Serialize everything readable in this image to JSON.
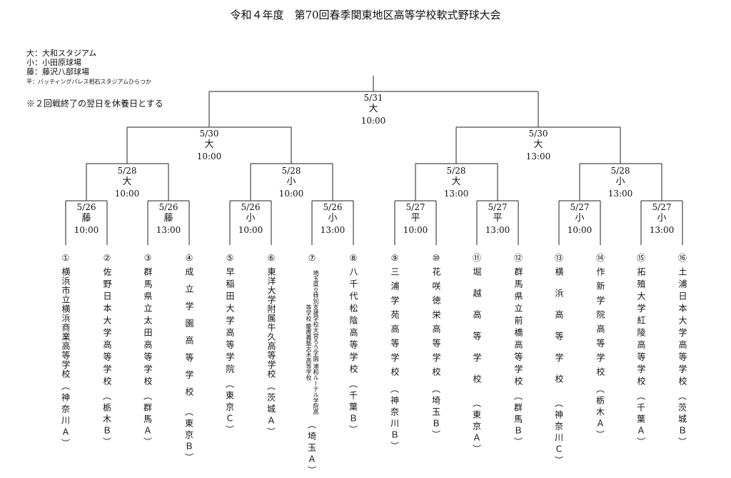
{
  "title": "令和４年度　第70回春季関東地区高等学校軟式野球大会",
  "legend": [
    "大：大和スタジアム",
    "小：小田原球場",
    "藤：藤沢八部球場",
    "平：バッティングパレス相石スタジアムひらつか"
  ],
  "note": "※２回戦終了の翌日を休養日とする",
  "matches": [
    {
      "id": "final",
      "date": "5/31",
      "venue": "大",
      "time": "10:00"
    },
    {
      "id": "sf1",
      "date": "5/30",
      "venue": "大",
      "time": "10:00"
    },
    {
      "id": "sf2",
      "date": "5/30",
      "venue": "大",
      "time": "13:00"
    },
    {
      "id": "qf1",
      "date": "5/28",
      "venue": "大",
      "time": "10:00"
    },
    {
      "id": "qf2",
      "date": "5/28",
      "venue": "小",
      "time": "10:00"
    },
    {
      "id": "qf3",
      "date": "5/28",
      "venue": "大",
      "time": "13:00"
    },
    {
      "id": "qf4",
      "date": "5/28",
      "venue": "小",
      "time": "13:00"
    },
    {
      "id": "r1",
      "date": "5/26",
      "venue": "藤",
      "time": "10:00"
    },
    {
      "id": "r2",
      "date": "5/26",
      "venue": "藤",
      "time": "13:00"
    },
    {
      "id": "r3",
      "date": "5/26",
      "venue": "小",
      "time": "10:00"
    },
    {
      "id": "r4",
      "date": "5/26",
      "venue": "小",
      "time": "13:00"
    },
    {
      "id": "r5",
      "date": "5/27",
      "venue": "平",
      "time": "10:00"
    },
    {
      "id": "r6",
      "date": "5/27",
      "venue": "平",
      "time": "13:00"
    },
    {
      "id": "r7",
      "date": "5/27",
      "venue": "小",
      "time": "10:00"
    },
    {
      "id": "r8",
      "date": "5/27",
      "venue": "小",
      "time": "13:00"
    }
  ],
  "teams": [
    {
      "num": "①",
      "name": "横浜市立横浜商業高等学校",
      "pref": "（神奈川Ａ）"
    },
    {
      "num": "②",
      "name": "佐野日本大学高等学校",
      "pref": "（栃木Ｂ）"
    },
    {
      "num": "③",
      "name": "群馬県立太田高等学校",
      "pref": "（群馬Ａ）"
    },
    {
      "num": "④",
      "name": "成立学園高等学校",
      "pref": "（東京Ｂ）"
    },
    {
      "num": "⑤",
      "name": "早稲田大学高等学院",
      "pref": "（東京Ｃ）"
    },
    {
      "num": "⑥",
      "name": "東洋大学附属牛久高等学校",
      "pref": "（茨城Ａ）"
    },
    {
      "num": "⑦",
      "name": "埼玉県立特別支援学校大宮ろう学園 浦和ルーテル学院高等学校 慶應義塾志木高等学校",
      "pref": "（埼玉Ａ）"
    },
    {
      "num": "⑧",
      "name": "八千代松陰高等学校",
      "pref": "（千葉Ｂ）"
    },
    {
      "num": "⑨",
      "name": "三浦学苑高等学校",
      "pref": "（神奈川Ｂ）"
    },
    {
      "num": "⑩",
      "name": "花咲徳栄高等学校",
      "pref": "（埼玉Ｂ）"
    },
    {
      "num": "⑪",
      "name": "堀越高等学校",
      "pref": "（東京Ａ）"
    },
    {
      "num": "⑫",
      "name": "群馬県立前橋高等学校",
      "pref": "（群馬Ｂ）"
    },
    {
      "num": "⑬",
      "name": "横浜高等学校",
      "pref": "（神奈川Ｃ）"
    },
    {
      "num": "⑭",
      "name": "作新学院高等学校",
      "pref": "（栃木Ａ）"
    },
    {
      "num": "⑮",
      "name": "拓殖大学紅陵高等学校",
      "pref": "（千葉Ａ）"
    },
    {
      "num": "⑯",
      "name": "土浦日本大学高等学校",
      "pref": "（茨城Ｂ）"
    }
  ]
}
